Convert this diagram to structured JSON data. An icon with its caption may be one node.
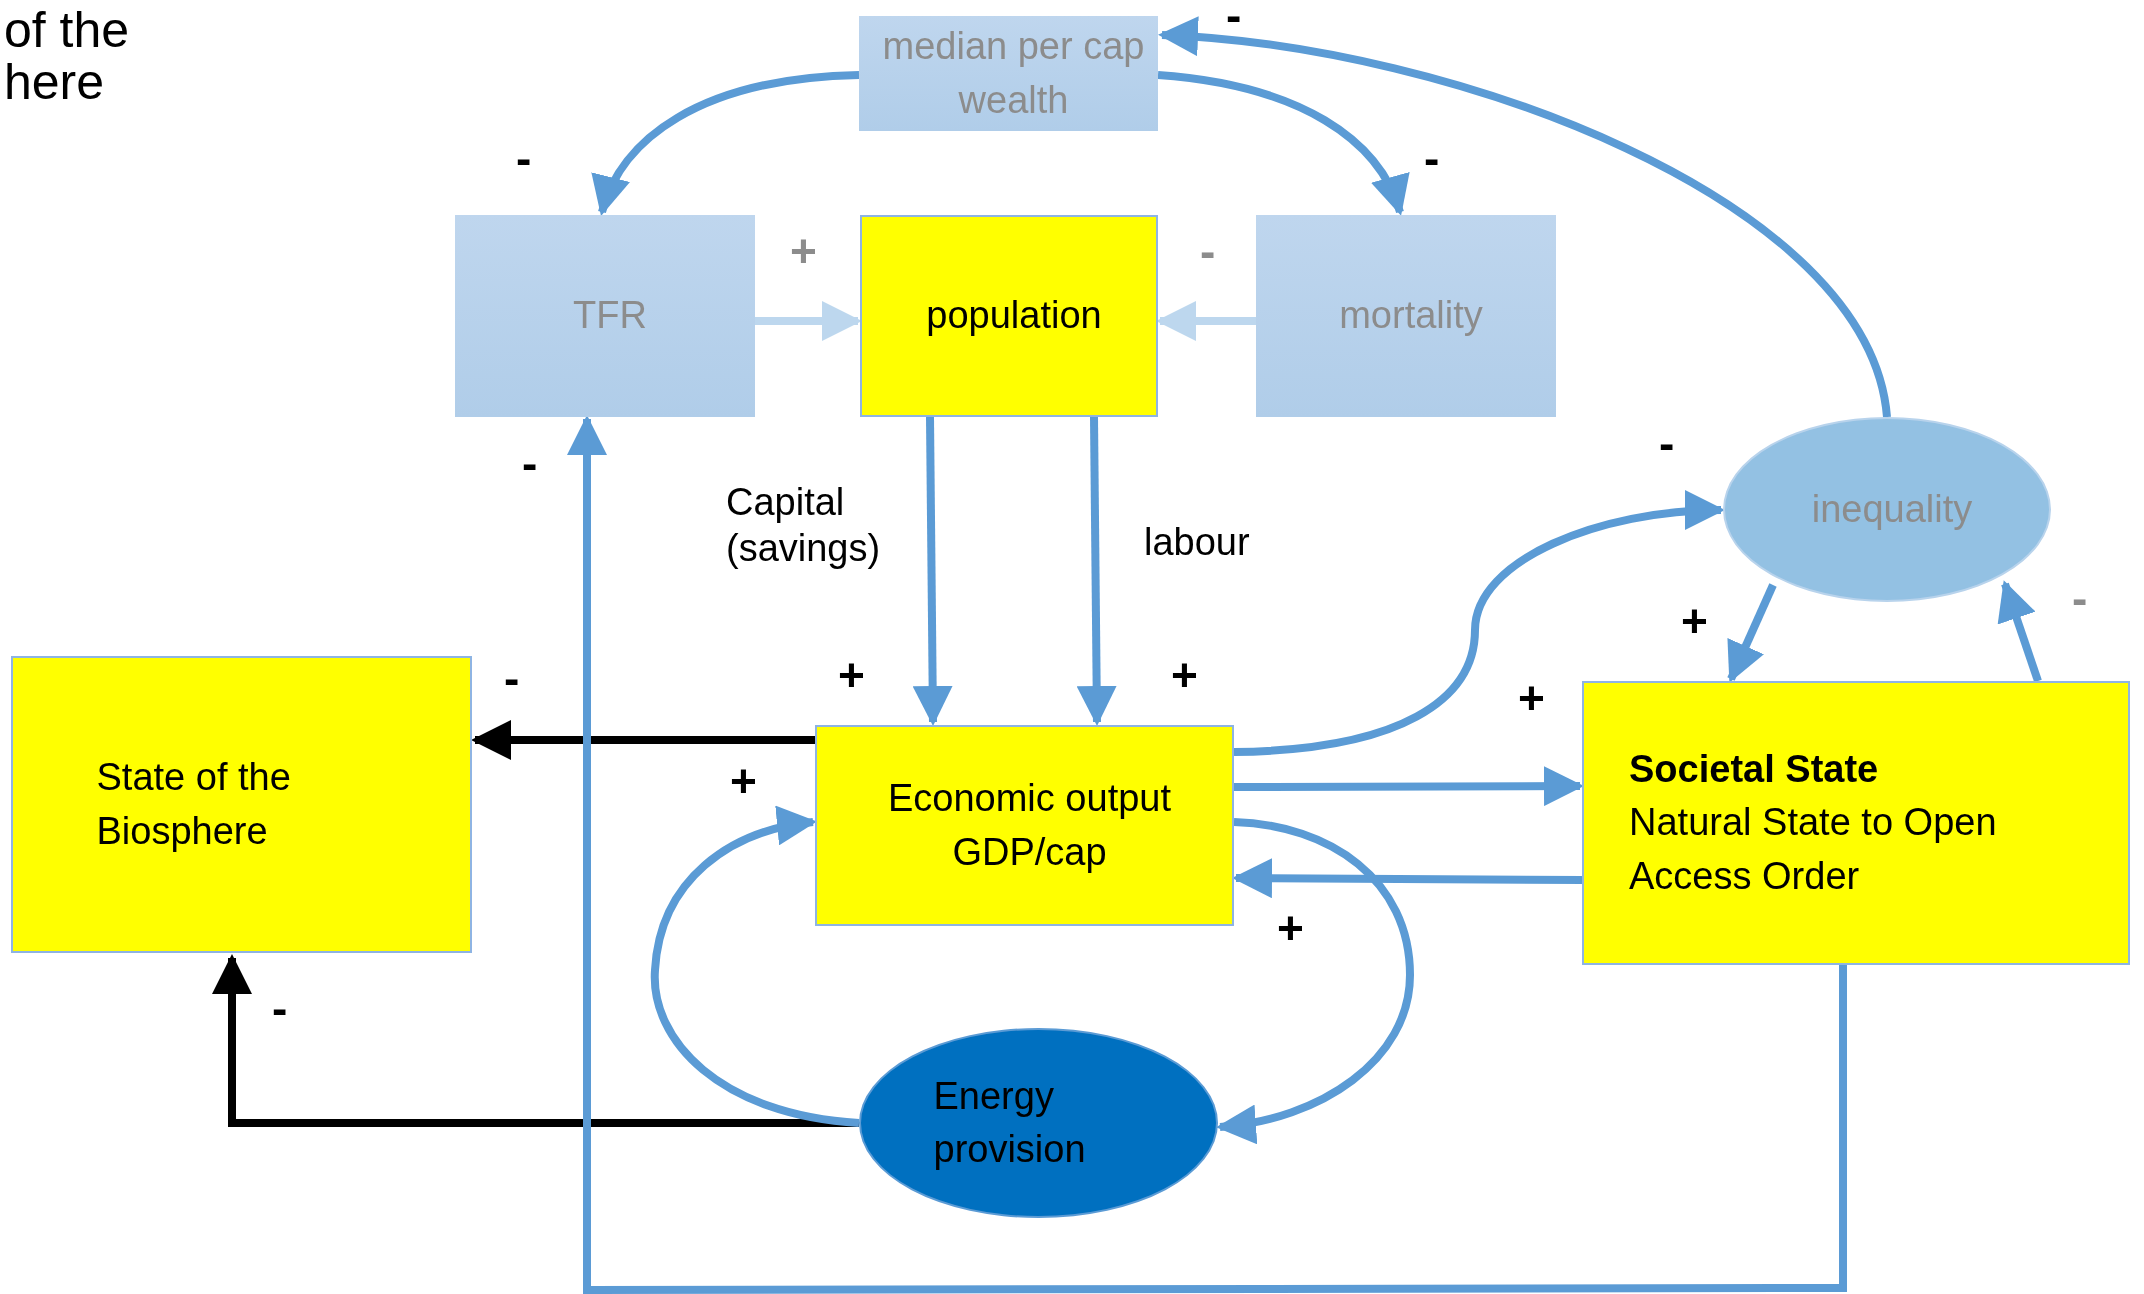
{
  "diagram": {
    "nodes": [
      {
        "text": [
          "median per cap wealth"
        ]
      },
      {
        "text": [
          "TFR"
        ]
      },
      {
        "text": [
          "population"
        ]
      },
      {
        "text": [
          "mortality"
        ]
      },
      {
        "text": [
          "inequality"
        ]
      },
      {
        "text": [
          "State of the Biosphere"
        ]
      },
      {
        "text": [
          "Economic output GDP/cap"
        ]
      },
      {
        "text": [
          "Societal State",
          "Natural State to Open Access Order"
        ]
      },
      {
        "text": [
          "Energy provision"
        ]
      }
    ],
    "edges": [
      {
        "from": 0,
        "to": 1,
        "arrow": "to",
        "label": "-"
      },
      {
        "from": 0,
        "to": 3,
        "arrow": "to",
        "label": "-"
      },
      {
        "from": 4,
        "to": 0,
        "arrow": "to",
        "label": "-"
      },
      {
        "from": 1,
        "to": 2,
        "arrow": "to",
        "label": "+",
        "color": "#bdd7ee"
      },
      {
        "from": 3,
        "to": 2,
        "arrow": "to",
        "label": "-",
        "color": "#bdd7ee"
      },
      {
        "from": 2,
        "to": 6,
        "arrow": "to",
        "label": "Capital (savings)"
      },
      {
        "from": 2,
        "to": 6,
        "arrow": "to",
        "label": "labour"
      },
      {
        "from": 6,
        "to": 5,
        "arrow": "to",
        "label": "-",
        "color": "#000000"
      },
      {
        "from": 8,
        "to": 5,
        "arrow": "to",
        "label": "-",
        "color": "#000000"
      },
      {
        "from": 6,
        "to": 4,
        "arrow": "to",
        "label": "-"
      },
      {
        "from": 6,
        "to": 7,
        "arrow": "to",
        "label": "+"
      },
      {
        "from": 7,
        "to": 6,
        "arrow": "to"
      },
      {
        "from": 8,
        "to": 6,
        "arrow": "to",
        "label": "+"
      },
      {
        "from": 6,
        "to": 8,
        "arrow": "to",
        "label": "+"
      },
      {
        "from": 7,
        "to": 1,
        "arrow": "to",
        "label": "-"
      },
      {
        "from": 4,
        "to": 7,
        "arrow": "to",
        "label": "+"
      },
      {
        "from": 7,
        "to": 4,
        "arrow": "to",
        "label": "-"
      }
    ],
    "labels": [
      "of the",
      "here",
      "+",
      "+"
    ]
  }
}
